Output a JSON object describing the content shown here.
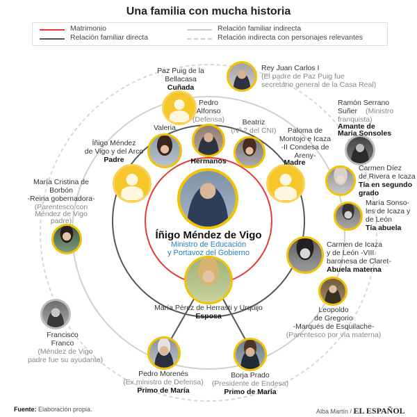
{
  "title": "Una familia con mucha historia",
  "legend": {
    "matrimonio": "Matrimonio",
    "directa": "Relación familiar directa",
    "indirecta": "Relación familiar indirecta",
    "relevantes": "Relación indirecta con personajes relevantes",
    "colors": {
      "matrimonio": "#e53935",
      "directa": "#555555",
      "indirecta": "#cccccc"
    }
  },
  "center": {
    "name": "Íñigo Méndez de Vigo",
    "role1": "Ministro de Educación",
    "role2": "y Portavoz del Gobierno"
  },
  "hermanos_label": "Hermanos",
  "people": {
    "paz": {
      "name1": "Paz Puig de la",
      "name2": "Bellacasa",
      "relation": "Cuñada"
    },
    "rey": {
      "name": "Rey Juan Carlos I",
      "note1": "(El padre de Paz Puig fue",
      "note2": "secretario general de la Casa Real)"
    },
    "pedro_alfonso": {
      "name1": "Pedro",
      "name2": "Alfonso",
      "note": "(Defensa)"
    },
    "beatriz": {
      "name": "Beatriz",
      "note": "(Nº 2 del CNI)"
    },
    "valeria": {
      "name": "Valeria"
    },
    "padre": {
      "name1": "Íñigo Méndez",
      "name2": "de Vigo y del Arco",
      "relation": "Padre"
    },
    "madre": {
      "name1": "Paloma de",
      "name2": "Montojo e Icaza",
      "name3": "-II Condesa de",
      "name4": "Areny-",
      "relation": "Madre"
    },
    "reina": {
      "name1": "María Cristina de",
      "name2": "Borbón",
      "name3": "-Reina gobernadora-",
      "note1": "(Parentesco con",
      "note2": "Méndez de Vigo",
      "note3": "padre)"
    },
    "serrano": {
      "name1": "Ramón Serrano",
      "name2": "Suñer",
      "note1": "(Ministro",
      "note2": "franquista)",
      "relation1": "Amante de",
      "relation2": "María Sonsoles"
    },
    "carmen_diez": {
      "name1": "Carmen Díez",
      "name2": "de Rivera e Icaza",
      "relation1": "Tía en segundo",
      "relation2": "grado"
    },
    "sonsoles": {
      "name1": "María Sonso-",
      "name2": "les de Icaza y",
      "name3": "de León",
      "relation": "Tía abuela"
    },
    "abuela": {
      "name1": "Carmen de Icaza",
      "name2": "y de León -VIII",
      "name3": "baronesa de Claret-",
      "relation": "Abuela materna"
    },
    "esquilache": {
      "name1": "Leopoldo",
      "name2": "de Gregorio",
      "name3": "-Marqués de Esquilache-",
      "note": "(Parentesco por vía materna)"
    },
    "esposa": {
      "name": "María Pérez de Herrasti y Urquijo",
      "relation": "Esposa"
    },
    "franco": {
      "name1": "Francisco",
      "name2": "Franco",
      "note1": "(Méndez de Vigo",
      "note2": "padre fue su ayudante)"
    },
    "morenes": {
      "name": "Pedro Morenés",
      "note": "(Ex ministro de Defensa)",
      "relation": "Primo de María"
    },
    "prado": {
      "name": "Borja Prado",
      "note": "(Presidente de Endesa)",
      "relation": "Primo de María"
    }
  },
  "footer": {
    "fuente_label": "Fuente:",
    "fuente": "Elaboración propia.",
    "author": "Alba Martín /",
    "brand": "EL ESPAÑOL"
  }
}
